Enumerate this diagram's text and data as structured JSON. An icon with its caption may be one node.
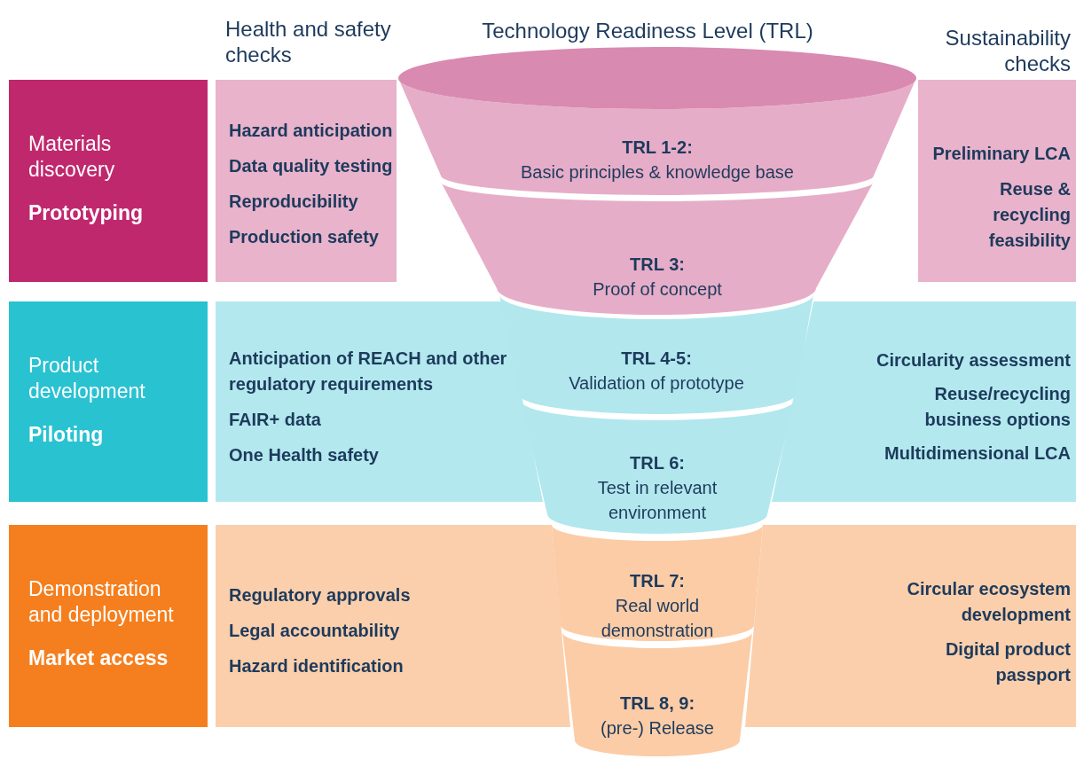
{
  "diagram": {
    "nodes": [
      {
        "text": [
          "Materials discovery",
          "Prototyping"
        ]
      },
      {
        "text": [
          "Hazard anticipation",
          "Data quality testing",
          "Reproducibility",
          "Production safety"
        ]
      },
      {
        "text": [
          "TRL 1-2:",
          "Basic principles & knowledge base"
        ]
      },
      {
        "text": [
          "TRL 3:",
          "Proof of concept"
        ]
      },
      {
        "text": [
          "Preliminary LCA",
          "Reuse & recycling feasibility"
        ]
      },
      {
        "text": [
          "Product development",
          "Piloting"
        ]
      },
      {
        "text": [
          "Anticipation of REACH and other regulatory requirements",
          "FAIR+ data",
          "One Health safety"
        ]
      },
      {
        "text": [
          "TRL 4-5:",
          "Validation of prototype"
        ]
      },
      {
        "text": [
          "TRL 6:",
          "Test in relevant environment"
        ]
      },
      {
        "text": [
          "Circularity assessment",
          "Reuse/recycling business options",
          "Multidimensional LCA"
        ]
      },
      {
        "text": [
          "Demonstration and deployment",
          "Market access"
        ]
      },
      {
        "text": [
          "Regulatory approvals",
          "Legal accountability",
          "Hazard identification"
        ]
      },
      {
        "text": [
          "TRL 7:",
          "Real world demonstration"
        ]
      },
      {
        "text": [
          "TRL 8, 9:",
          "(pre-) Release"
        ]
      },
      {
        "text": [
          "Circular ecosystem development",
          "Digital product passport"
        ]
      }
    ],
    "edges": [],
    "labels": [
      "Health and safety checks",
      "Technology Readiness Level (TRL)",
      "Sustainability checks"
    ]
  }
}
